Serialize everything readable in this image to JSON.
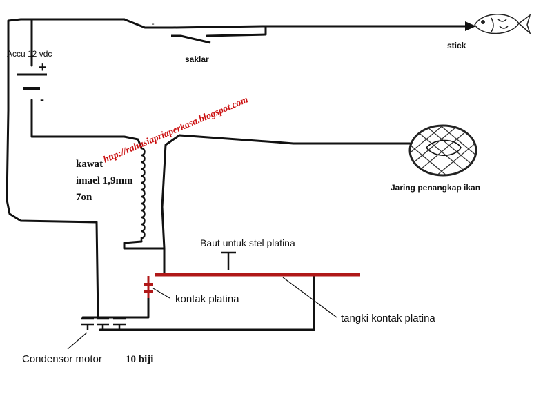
{
  "labels": {
    "accu": "Accu 12 vdc",
    "plus": "+",
    "minus": "-",
    "minus_small": "-",
    "saklar": "saklar",
    "stick": "stick",
    "kawat_1": "kawat",
    "kawat_2": "imael 1,9mm",
    "kawat_3": "7on",
    "jaring": "Jaring penangkap ikan",
    "baut": "Baut untuk stel platina",
    "kontak": "kontak platina",
    "tangki": "tangki kontak platina",
    "condensor": "Condensor motor",
    "biji": "10 biji"
  },
  "watermark": "http://rahasiapriaperkasa.blogspot.com",
  "colors": {
    "wire": "#111111",
    "platina": "#b01818",
    "watermark": "#cc1111",
    "net": "#333333"
  },
  "icons": {
    "fish": "fish-icon",
    "net": "fishing-net-icon",
    "battery": "battery-icon",
    "switch": "switch-icon",
    "coil": "coil-icon",
    "capacitor": "capacitor-icon"
  }
}
